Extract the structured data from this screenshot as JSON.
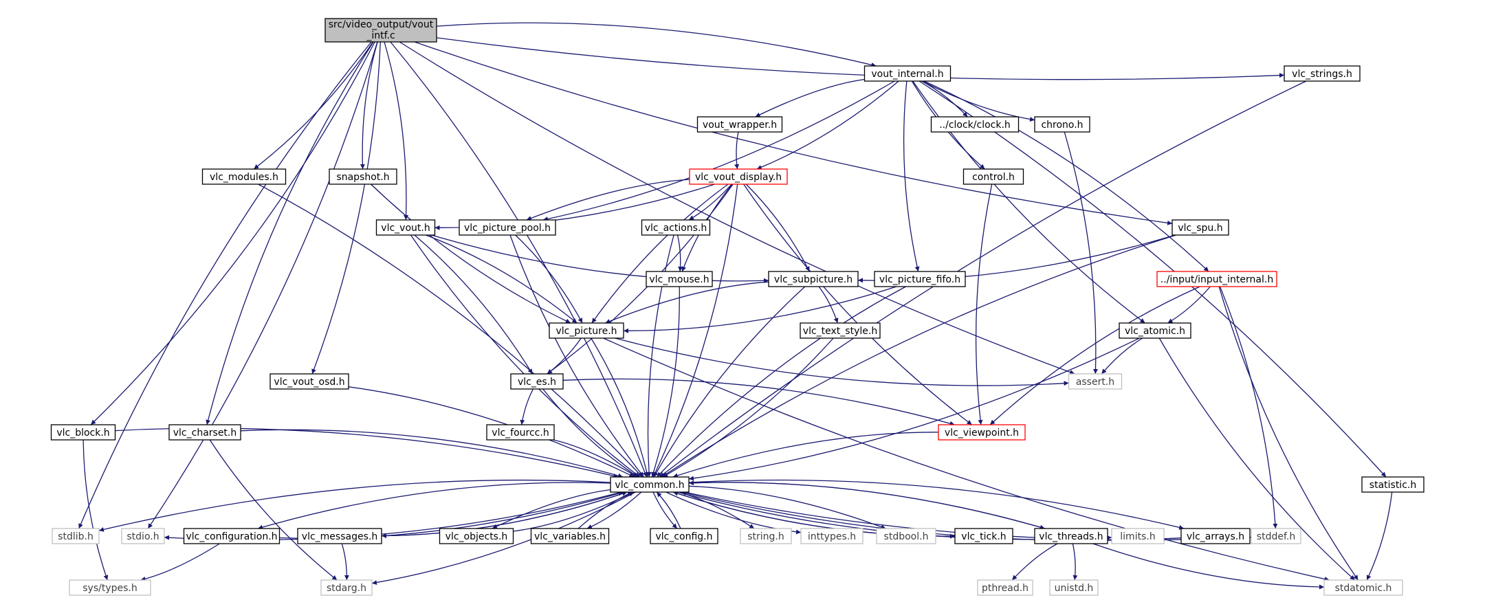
{
  "colors": {
    "edge": "#191970",
    "node_border_normal": "#000000",
    "node_border_highlight": "#ff0000",
    "node_border_system": "#bfbfbf",
    "node_fill_root": "#bfbfbf",
    "node_text": "#000000",
    "node_text_system": "#404040"
  },
  "nodes": [
    {
      "id": "root",
      "label": "src/video_output/vout_intf.c",
      "line1": "src/video_output/vout",
      "line2": "_intf.c",
      "style": "root"
    },
    {
      "id": "vout_internal",
      "label": "vout_internal.h",
      "style": "normal"
    },
    {
      "id": "vlc_strings",
      "label": "vlc_strings.h",
      "style": "normal"
    },
    {
      "id": "vout_wrapper",
      "label": "vout_wrapper.h",
      "style": "normal"
    },
    {
      "id": "clock",
      "label": "../clock/clock.h",
      "style": "normal"
    },
    {
      "id": "chrono",
      "label": "chrono.h",
      "style": "normal"
    },
    {
      "id": "vlc_vout_display",
      "label": "vlc_vout_display.h",
      "style": "highlight"
    },
    {
      "id": "control",
      "label": "control.h",
      "style": "normal"
    },
    {
      "id": "vlc_modules",
      "label": "vlc_modules.h",
      "style": "normal"
    },
    {
      "id": "snapshot",
      "label": "snapshot.h",
      "style": "normal"
    },
    {
      "id": "vlc_vout",
      "label": "vlc_vout.h",
      "style": "normal"
    },
    {
      "id": "vlc_picture_pool",
      "label": "vlc_picture_pool.h",
      "style": "normal"
    },
    {
      "id": "vlc_actions",
      "label": "vlc_actions.h",
      "style": "normal"
    },
    {
      "id": "vlc_spu",
      "label": "vlc_spu.h",
      "style": "normal"
    },
    {
      "id": "vlc_mouse",
      "label": "vlc_mouse.h",
      "style": "normal"
    },
    {
      "id": "vlc_subpicture",
      "label": "vlc_subpicture.h",
      "style": "normal"
    },
    {
      "id": "vlc_picture_fifo",
      "label": "vlc_picture_fifo.h",
      "style": "normal"
    },
    {
      "id": "input_internal",
      "label": "../input/input_internal.h",
      "style": "highlight"
    },
    {
      "id": "vlc_picture",
      "label": "vlc_picture.h",
      "style": "normal"
    },
    {
      "id": "vlc_text_style",
      "label": "vlc_text_style.h",
      "style": "normal"
    },
    {
      "id": "vlc_atomic",
      "label": "vlc_atomic.h",
      "style": "normal"
    },
    {
      "id": "vlc_vout_osd",
      "label": "vlc_vout_osd.h",
      "style": "normal"
    },
    {
      "id": "vlc_es",
      "label": "vlc_es.h",
      "style": "normal"
    },
    {
      "id": "assert",
      "label": "assert.h",
      "style": "system"
    },
    {
      "id": "vlc_block",
      "label": "vlc_block.h",
      "style": "normal"
    },
    {
      "id": "vlc_charset",
      "label": "vlc_charset.h",
      "style": "normal"
    },
    {
      "id": "vlc_fourcc",
      "label": "vlc_fourcc.h",
      "style": "normal"
    },
    {
      "id": "vlc_viewpoint",
      "label": "vlc_viewpoint.h",
      "style": "highlight"
    },
    {
      "id": "vlc_common",
      "label": "vlc_common.h",
      "style": "normal"
    },
    {
      "id": "statistic",
      "label": "statistic.h",
      "style": "normal"
    },
    {
      "id": "stdlib",
      "label": "stdlib.h",
      "style": "system"
    },
    {
      "id": "stdio",
      "label": "stdio.h",
      "style": "system"
    },
    {
      "id": "vlc_configuration",
      "label": "vlc_configuration.h",
      "style": "normal"
    },
    {
      "id": "vlc_messages",
      "label": "vlc_messages.h",
      "style": "normal"
    },
    {
      "id": "vlc_objects",
      "label": "vlc_objects.h",
      "style": "normal"
    },
    {
      "id": "vlc_variables",
      "label": "vlc_variables.h",
      "style": "normal"
    },
    {
      "id": "vlc_config",
      "label": "vlc_config.h",
      "style": "normal"
    },
    {
      "id": "string",
      "label": "string.h",
      "style": "system"
    },
    {
      "id": "inttypes",
      "label": "inttypes.h",
      "style": "system"
    },
    {
      "id": "stdbool",
      "label": "stdbool.h",
      "style": "system"
    },
    {
      "id": "vlc_tick",
      "label": "vlc_tick.h",
      "style": "normal"
    },
    {
      "id": "vlc_threads",
      "label": "vlc_threads.h",
      "style": "normal"
    },
    {
      "id": "limits",
      "label": "limits.h",
      "style": "system"
    },
    {
      "id": "vlc_arrays",
      "label": "vlc_arrays.h",
      "style": "normal"
    },
    {
      "id": "stddef",
      "label": "stddef.h",
      "style": "system"
    },
    {
      "id": "sys_types",
      "label": "sys/types.h",
      "style": "system"
    },
    {
      "id": "stdarg",
      "label": "stdarg.h",
      "style": "system"
    },
    {
      "id": "pthread",
      "label": "pthread.h",
      "style": "system"
    },
    {
      "id": "unistd",
      "label": "unistd.h",
      "style": "system"
    },
    {
      "id": "stdatomic",
      "label": "stdatomic.h",
      "style": "system"
    }
  ],
  "edges": [
    [
      "root",
      "vout_internal"
    ],
    [
      "root",
      "vlc_strings"
    ],
    [
      "root",
      "vlc_modules"
    ],
    [
      "root",
      "snapshot"
    ],
    [
      "root",
      "vlc_vout"
    ],
    [
      "root",
      "vlc_spu"
    ],
    [
      "root",
      "vlc_vout_osd"
    ],
    [
      "root",
      "assert"
    ],
    [
      "root",
      "vlc_block"
    ],
    [
      "root",
      "vlc_charset"
    ],
    [
      "root",
      "vlc_common"
    ],
    [
      "root",
      "stdlib"
    ],
    [
      "root",
      "stdio"
    ],
    [
      "vout_internal",
      "vout_wrapper"
    ],
    [
      "vout_internal",
      "clock"
    ],
    [
      "vout_internal",
      "chrono"
    ],
    [
      "vout_internal",
      "vlc_vout_display"
    ],
    [
      "vout_internal",
      "control"
    ],
    [
      "vout_internal",
      "vlc_picture_pool"
    ],
    [
      "vout_internal",
      "vlc_picture_fifo"
    ],
    [
      "vout_internal",
      "input_internal"
    ],
    [
      "vout_internal",
      "vlc_atomic"
    ],
    [
      "vout_internal",
      "statistic"
    ],
    [
      "vout_wrapper",
      "vlc_vout_display"
    ],
    [
      "vlc_vout_display",
      "vlc_vout"
    ],
    [
      "vlc_vout_display",
      "vlc_picture_pool"
    ],
    [
      "vlc_vout_display",
      "vlc_actions"
    ],
    [
      "vlc_vout_display",
      "vlc_mouse"
    ],
    [
      "vlc_vout_display",
      "vlc_subpicture"
    ],
    [
      "vlc_vout_display",
      "vlc_picture"
    ],
    [
      "vlc_vout_display",
      "vlc_es"
    ],
    [
      "vlc_vout_display",
      "vlc_viewpoint"
    ],
    [
      "vlc_vout_display",
      "vlc_common"
    ],
    [
      "vlc_strings",
      "vlc_common"
    ],
    [
      "chrono",
      "assert"
    ],
    [
      "control",
      "vlc_viewpoint"
    ],
    [
      "vlc_modules",
      "vlc_common"
    ],
    [
      "snapshot",
      "vlc_picture"
    ],
    [
      "vlc_vout",
      "vlc_picture"
    ],
    [
      "vlc_vout",
      "vlc_subpicture"
    ],
    [
      "vlc_vout",
      "vlc_es"
    ],
    [
      "vlc_vout",
      "vlc_common"
    ],
    [
      "vlc_picture_pool",
      "vlc_picture"
    ],
    [
      "vlc_picture_pool",
      "vlc_common"
    ],
    [
      "vlc_actions",
      "vlc_mouse"
    ],
    [
      "vlc_actions",
      "vlc_common"
    ],
    [
      "vlc_spu",
      "vlc_subpicture"
    ],
    [
      "vlc_spu",
      "vlc_common"
    ],
    [
      "vlc_mouse",
      "vlc_common"
    ],
    [
      "vlc_subpicture",
      "vlc_picture"
    ],
    [
      "vlc_subpicture",
      "vlc_text_style"
    ],
    [
      "vlc_subpicture",
      "vlc_common"
    ],
    [
      "vlc_picture_fifo",
      "vlc_picture"
    ],
    [
      "vlc_picture_fifo",
      "vlc_common"
    ],
    [
      "input_internal",
      "vlc_atomic"
    ],
    [
      "input_internal",
      "vlc_viewpoint"
    ],
    [
      "input_internal",
      "stddef"
    ],
    [
      "input_internal",
      "stdatomic"
    ],
    [
      "vlc_picture",
      "vlc_es"
    ],
    [
      "vlc_picture",
      "assert"
    ],
    [
      "vlc_picture",
      "vlc_common"
    ],
    [
      "vlc_picture",
      "stdatomic"
    ],
    [
      "vlc_text_style",
      "vlc_common"
    ],
    [
      "vlc_atomic",
      "assert"
    ],
    [
      "vlc_atomic",
      "vlc_common"
    ],
    [
      "vlc_atomic",
      "stdatomic"
    ],
    [
      "vlc_vout_osd",
      "vlc_common"
    ],
    [
      "vlc_es",
      "vlc_fourcc"
    ],
    [
      "vlc_es",
      "vlc_viewpoint"
    ],
    [
      "vlc_es",
      "vlc_common"
    ],
    [
      "vlc_block",
      "vlc_common"
    ],
    [
      "vlc_block",
      "sys_types"
    ],
    [
      "vlc_charset",
      "vlc_common"
    ],
    [
      "vlc_charset",
      "stdarg"
    ],
    [
      "vlc_fourcc",
      "vlc_common"
    ],
    [
      "vlc_viewpoint",
      "vlc_common"
    ],
    [
      "statistic",
      "stdatomic"
    ],
    [
      "vlc_common",
      "stdlib"
    ],
    [
      "vlc_common",
      "stdio"
    ],
    [
      "vlc_common",
      "vlc_configuration"
    ],
    [
      "vlc_common",
      "vlc_messages"
    ],
    [
      "vlc_common",
      "vlc_objects"
    ],
    [
      "vlc_common",
      "vlc_variables"
    ],
    [
      "vlc_common",
      "vlc_config"
    ],
    [
      "vlc_common",
      "string"
    ],
    [
      "vlc_common",
      "inttypes"
    ],
    [
      "vlc_common",
      "stdbool"
    ],
    [
      "vlc_common",
      "vlc_tick"
    ],
    [
      "vlc_common",
      "vlc_threads"
    ],
    [
      "vlc_common",
      "limits"
    ],
    [
      "vlc_common",
      "vlc_arrays"
    ],
    [
      "vlc_common",
      "stddef"
    ],
    [
      "vlc_common",
      "stdarg"
    ],
    [
      "vlc_configuration",
      "vlc_common"
    ],
    [
      "vlc_configuration",
      "sys_types"
    ],
    [
      "vlc_messages",
      "vlc_common"
    ],
    [
      "vlc_messages",
      "stdarg"
    ],
    [
      "vlc_objects",
      "vlc_common"
    ],
    [
      "vlc_variables",
      "vlc_common"
    ],
    [
      "vlc_config",
      "vlc_common"
    ],
    [
      "vlc_tick",
      "vlc_common"
    ],
    [
      "vlc_threads",
      "vlc_common"
    ],
    [
      "vlc_arrays",
      "vlc_common"
    ],
    [
      "vlc_threads",
      "pthread"
    ],
    [
      "vlc_threads",
      "unistd"
    ],
    [
      "vlc_threads",
      "stdatomic"
    ]
  ]
}
